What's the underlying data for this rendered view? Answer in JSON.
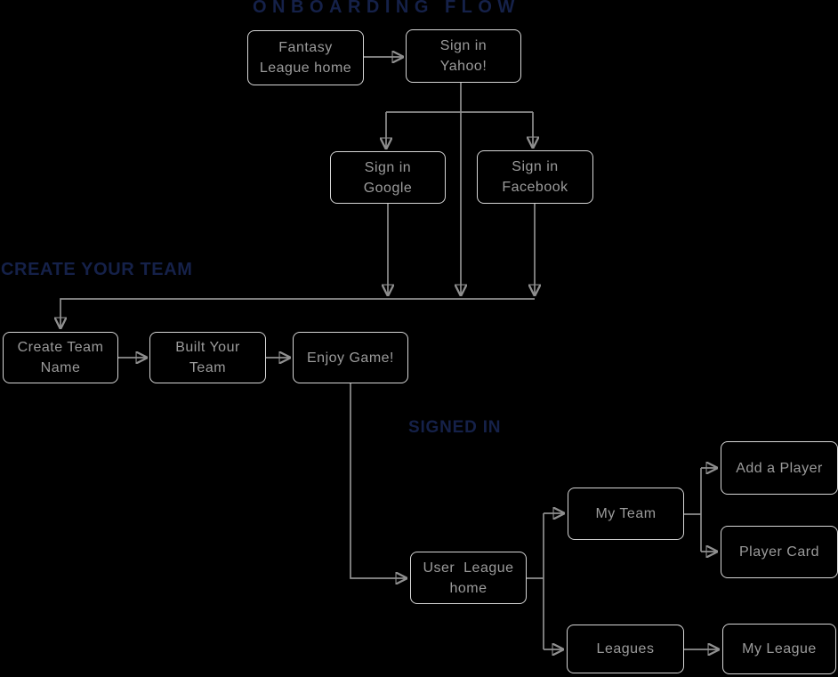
{
  "diagram": {
    "titles": {
      "onboarding": "ONBOARDING FLOW",
      "create_team": "CREATE YOUR TEAM",
      "signed_in": "SIGNED IN"
    },
    "nodes": {
      "fantasy_league_home": "Fantasy\nLeague home",
      "sign_in_yahoo": "Sign in\nYahoo!",
      "sign_in_google": "Sign in\nGoogle",
      "sign_in_facebook": "Sign in\nFacebook",
      "create_team_name": "Create Team\nName",
      "built_your_team": "Built Your\nTeam",
      "enjoy_game": "Enjoy Game!",
      "user_league_home": "User  League\nhome",
      "my_team": "My Team",
      "add_a_player": "Add a Player",
      "player_card": "Player Card",
      "leagues": "Leagues",
      "my_league": "My League"
    },
    "edges": [
      [
        "fantasy_league_home",
        "sign_in_yahoo"
      ],
      [
        "sign_in_yahoo",
        "sign_in_google"
      ],
      [
        "sign_in_yahoo",
        "sign_in_facebook"
      ],
      [
        "sign_in_yahoo",
        "create_team_name"
      ],
      [
        "sign_in_google",
        "create_team_name"
      ],
      [
        "sign_in_facebook",
        "create_team_name"
      ],
      [
        "create_team_name",
        "built_your_team"
      ],
      [
        "built_your_team",
        "enjoy_game"
      ],
      [
        "enjoy_game",
        "user_league_home"
      ],
      [
        "user_league_home",
        "my_team"
      ],
      [
        "user_league_home",
        "leagues"
      ],
      [
        "my_team",
        "add_a_player"
      ],
      [
        "my_team",
        "player_card"
      ],
      [
        "leagues",
        "my_league"
      ]
    ],
    "colors": {
      "background": "#000000",
      "section_title": "#152149",
      "node_border": "#d6d6d6",
      "node_text": "#9b9b9b",
      "connector": "#8f8f8f"
    }
  }
}
